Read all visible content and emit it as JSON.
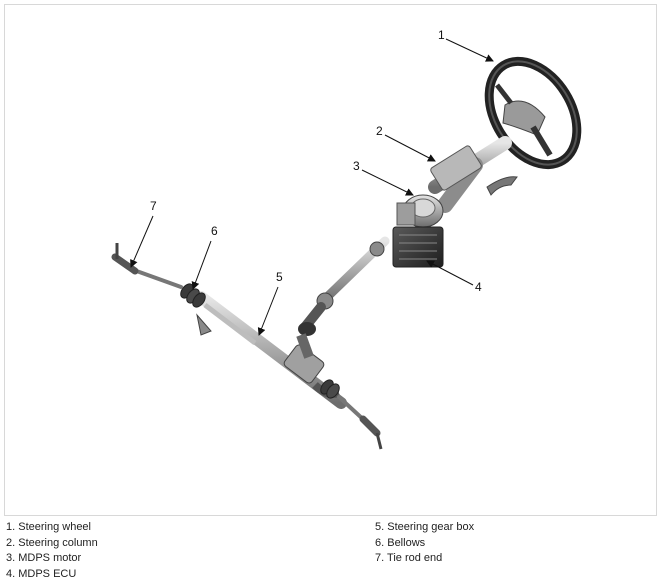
{
  "figure": {
    "callouts": [
      {
        "number": "1"
      },
      {
        "number": "2"
      },
      {
        "number": "3"
      },
      {
        "number": "4"
      },
      {
        "number": "5"
      },
      {
        "number": "6"
      },
      {
        "number": "7"
      }
    ]
  },
  "legend": {
    "left_column": [
      "1. Steering wheel",
      "2. Steering column",
      "3. MDPS motor",
      "4. MDPS ECU"
    ],
    "right_column": [
      "5. Steering gear box",
      "6. Bellows",
      "7. Tie rod end"
    ]
  }
}
